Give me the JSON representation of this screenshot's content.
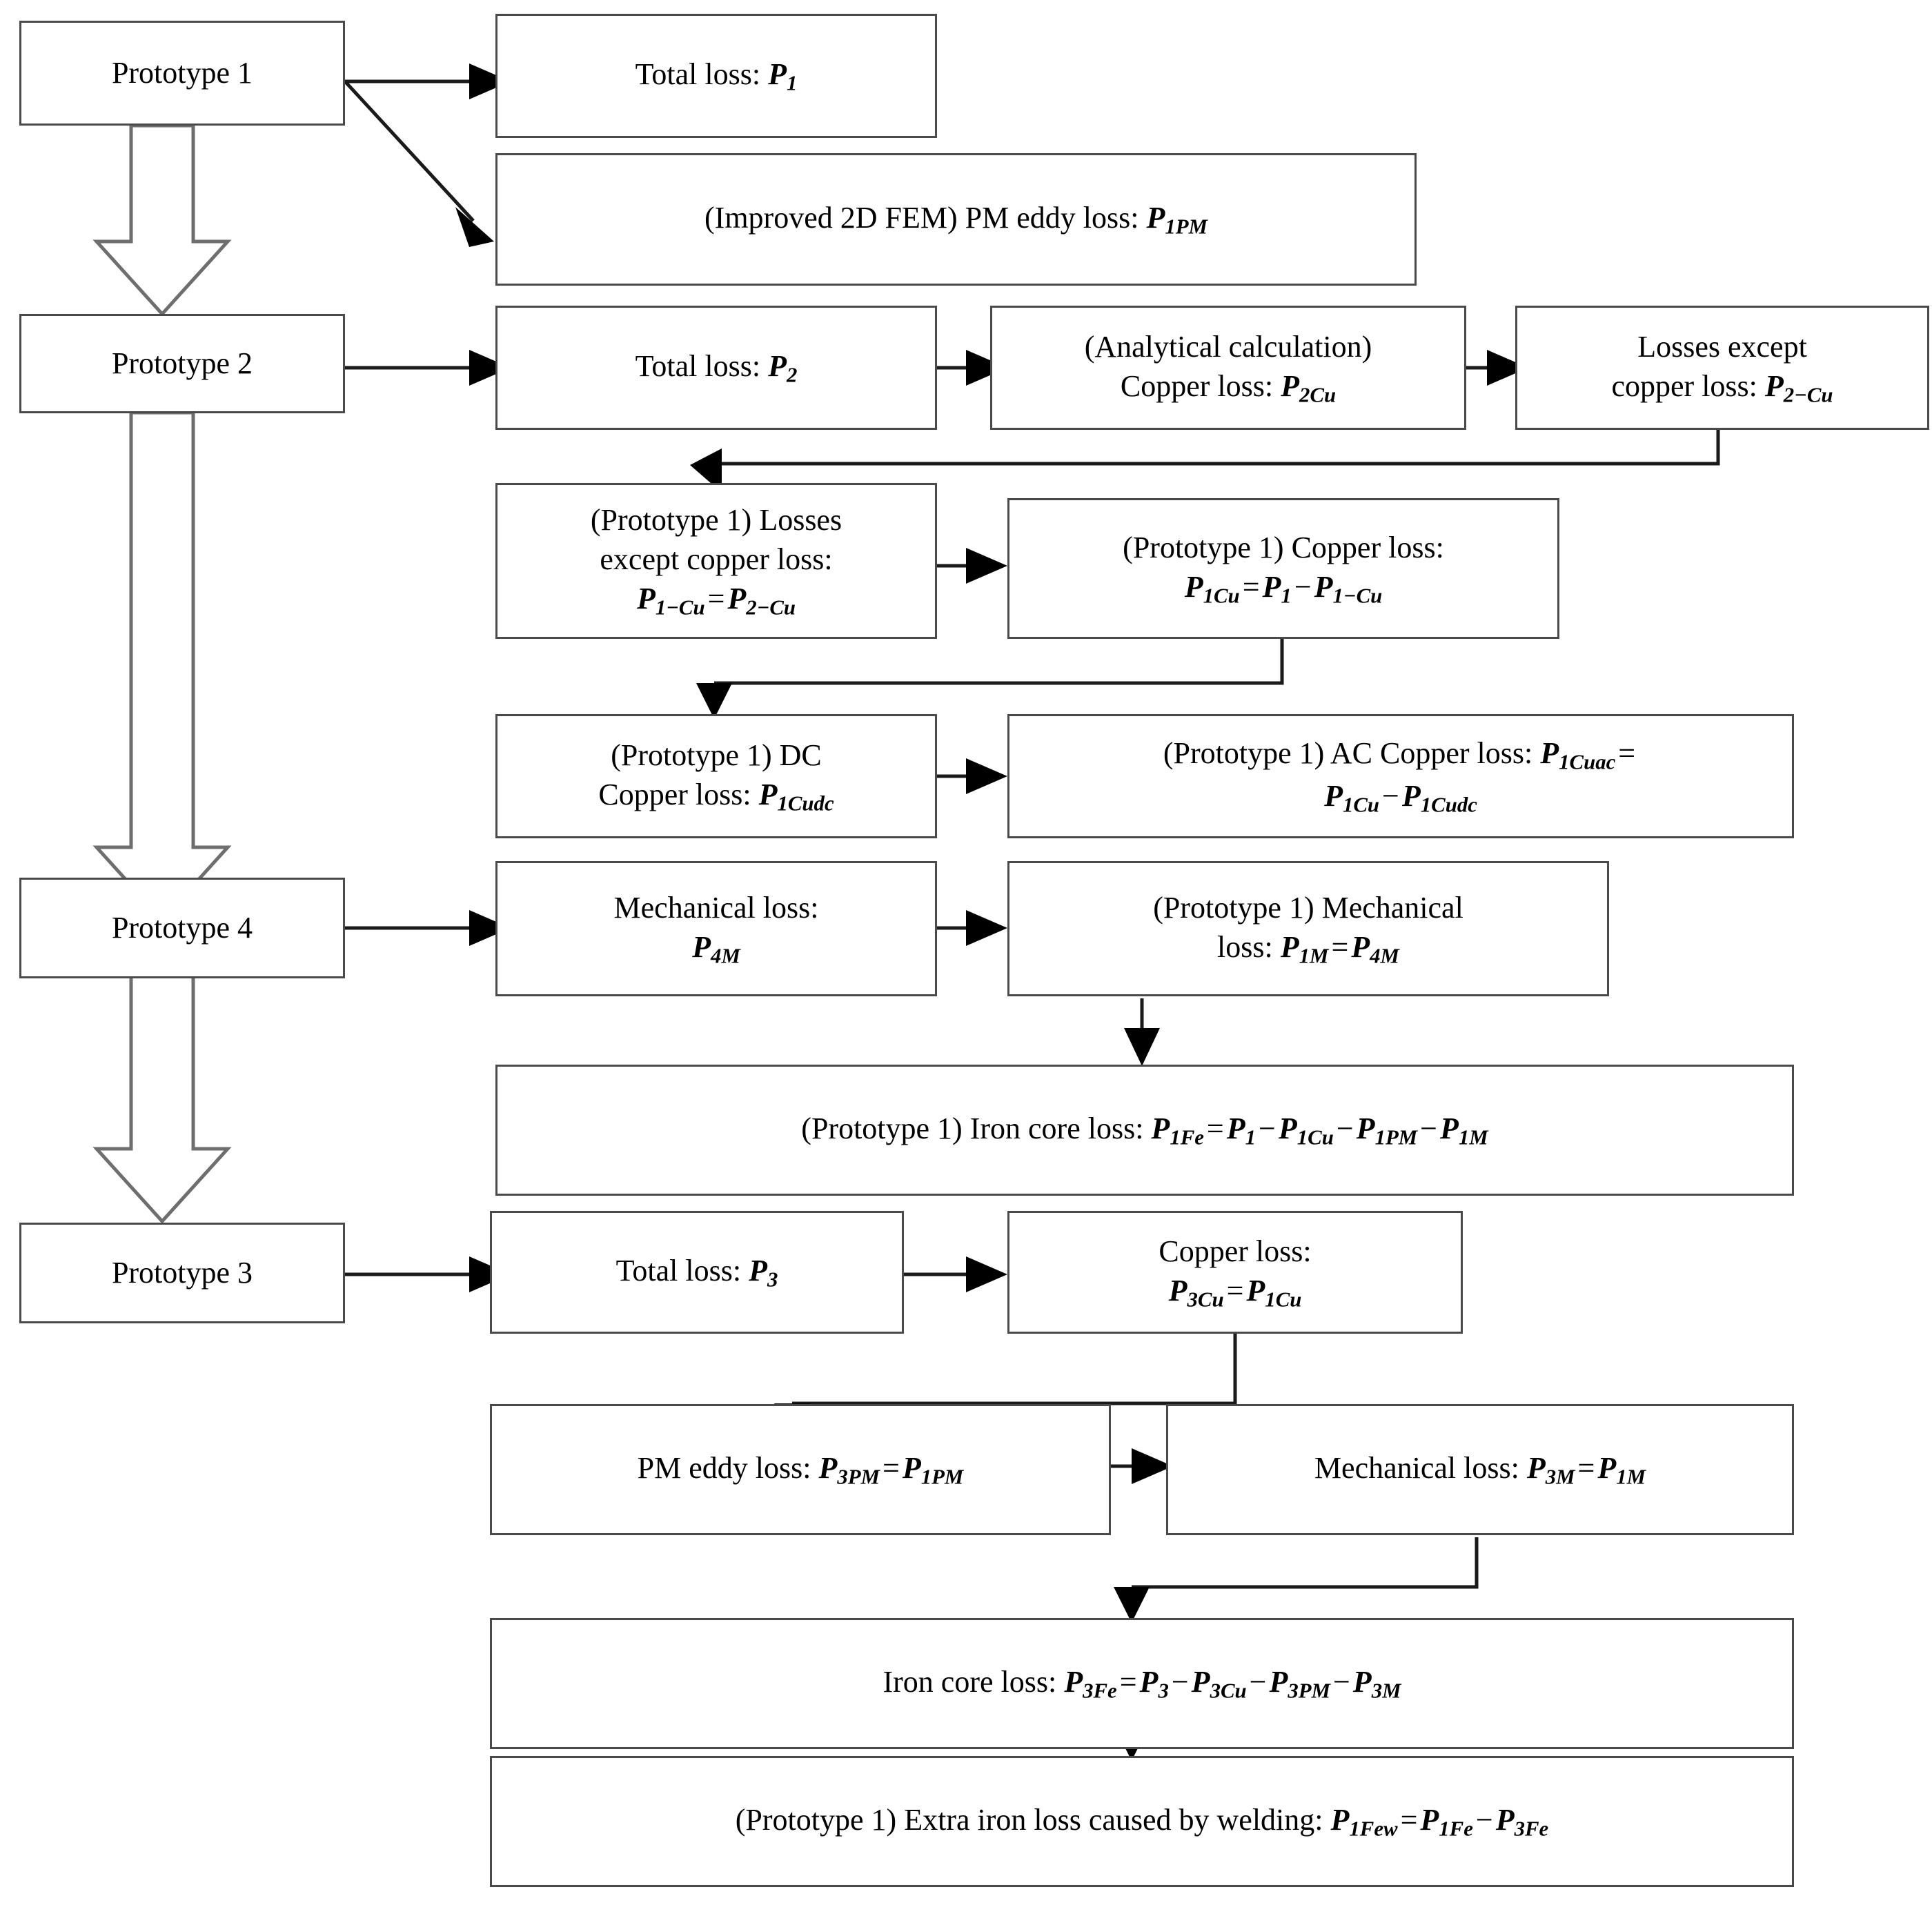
{
  "figure": {
    "type": "flowchart",
    "title": "Loss separation procedure across four prototypes"
  },
  "nodes": {
    "p1": {
      "label": "Prototype 1"
    },
    "p2": {
      "label": "Prototype 2"
    },
    "p4": {
      "label": "Prototype 4"
    },
    "p3": {
      "label": "Prototype 3"
    },
    "p1_total": {
      "text_plain": "Total loss: P1",
      "prefix": "Total loss: ",
      "sym": "P",
      "sub": "1"
    },
    "p1_pm": {
      "text_plain": "(Improved 2D FEM) PM eddy loss: P1PM",
      "prefix": "(Improved 2D FEM) PM eddy loss: ",
      "sym": "P",
      "sub": "1PM"
    },
    "p2_total": {
      "text_plain": "Total loss: P2",
      "prefix": "Total loss: ",
      "sym": "P",
      "sub": "2"
    },
    "p2_cu": {
      "text_plain": "(Analytical calculation) Copper loss: P2Cu",
      "line1": "(Analytical calculation)",
      "prefix": "Copper loss: ",
      "sym": "P",
      "sub": "2Cu"
    },
    "p2_excu": {
      "text_plain": "Losses except copper loss: P2-Cu",
      "line1": "Losses except",
      "prefix": "copper loss: ",
      "sym": "P",
      "sub": "2−Cu"
    },
    "p1_excu": {
      "text_plain": "(Prototype 1) Losses except copper loss: P1-Cu = P2-Cu",
      "line1": "(Prototype 1) Losses",
      "line2": "except copper loss:",
      "eq_lhs_sym": "P",
      "eq_lhs_sub": "1−Cu",
      "eq_op": "=",
      "eq_rhs_sym": "P",
      "eq_rhs_sub": "2−Cu"
    },
    "p1_cu": {
      "text_plain": "(Prototype 1) Copper loss: P1Cu = P1 - P1-Cu",
      "line1": "(Prototype 1) Copper loss:",
      "t1_sym": "P",
      "t1_sub": "1Cu",
      "op1": "=",
      "t2_sym": "P",
      "t2_sub": "1",
      "op2": "−",
      "t3_sym": "P",
      "t3_sub": "1−Cu"
    },
    "p1_cudc": {
      "text_plain": "(Prototype 1) DC Copper loss: P1Cudc",
      "line1": "(Prototype 1) DC",
      "prefix": "Copper loss:  ",
      "sym": "P",
      "sub": "1Cudc"
    },
    "p1_cuac": {
      "text_plain": "(Prototype 1) AC Copper loss: P1Cuac = P1Cu - P1Cudc",
      "prefix": "(Prototype 1) AC Copper loss: ",
      "t1_sym": "P",
      "t1_sub": "1Cuac",
      "op1": "=",
      "t2_sym": "P",
      "t2_sub": "1Cu",
      "op2": "−",
      "t3_sym": "P",
      "t3_sub": "1Cudc"
    },
    "p4_mech": {
      "text_plain": "Mechanical loss: P4M",
      "line1": "Mechanical loss:",
      "sym": "P",
      "sub": "4M"
    },
    "p1_mech": {
      "text_plain": "(Prototype 1) Mechanical loss: P1M = P4M",
      "line1": "(Prototype 1) Mechanical",
      "prefix": "loss: ",
      "t1_sym": "P",
      "t1_sub": "1M",
      "op1": "=",
      "t2_sym": "P",
      "t2_sub": "4M"
    },
    "p1_fe": {
      "text_plain": "(Prototype 1) Iron core loss: P1Fe = P1 - P1Cu - P1PM - P1M",
      "prefix": "(Prototype 1) Iron core loss: ",
      "t1_sym": "P",
      "t1_sub": "1Fe",
      "op1": "=",
      "t2_sym": "P",
      "t2_sub": "1",
      "op2": "−",
      "t3_sym": "P",
      "t3_sub": "1Cu",
      "op3": "−",
      "t4_sym": "P",
      "t4_sub": "1PM",
      "op4": "−",
      "t5_sym": "P",
      "t5_sub": "1M"
    },
    "p3_total": {
      "text_plain": "Total loss: P3",
      "prefix": "Total loss: ",
      "sym": "P",
      "sub": "3"
    },
    "p3_cu": {
      "text_plain": "Copper loss: P3Cu = P1Cu",
      "line1": "Copper loss:",
      "t1_sym": "P",
      "t1_sub": "3Cu",
      "op1": "=",
      "t2_sym": "P",
      "t2_sub": "1Cu"
    },
    "p3_pm": {
      "text_plain": "PM eddy loss: P3PM = P1PM",
      "prefix": "PM eddy loss: ",
      "t1_sym": "P",
      "t1_sub": "3PM",
      "op1": "=",
      "t2_sym": "P",
      "t2_sub": "1PM"
    },
    "p3_mech": {
      "text_plain": "Mechanical loss: P3M = P1M",
      "prefix": "Mechanical loss: ",
      "t1_sym": "P",
      "t1_sub": "3M",
      "op1": "=",
      "t2_sym": "P",
      "t2_sub": "1M"
    },
    "p3_fe": {
      "text_plain": "Iron core loss: P3Fe = P3 - P3Cu - P3PM - P3M",
      "prefix": "Iron core loss: ",
      "t1_sym": "P",
      "t1_sub": "3Fe",
      "op1": "=",
      "t2_sym": "P",
      "t2_sub": "3",
      "op2": "−",
      "t3_sym": "P",
      "t3_sub": "3Cu",
      "op3": "−",
      "t4_sym": "P",
      "t4_sub": "3PM",
      "op4": "−",
      "t5_sym": "P",
      "t5_sub": "3M"
    },
    "p1_few": {
      "text_plain": "(Prototype 1) Extra iron loss caused by welding: P1Few = P1Fe - P3Fe",
      "prefix": "(Prototype 1) Extra iron loss caused by welding: ",
      "t1_sym": "P",
      "t1_sub": "1Few",
      "op1": "=",
      "t2_sym": "P",
      "t2_sub": "1Fe",
      "op2": "−",
      "t3_sym": "P",
      "t3_sub": "3Fe"
    }
  },
  "colors": {
    "box_border": "#4a4a4a",
    "wire": "#1a1a1a",
    "block_arrow_fill": "#ffffff",
    "block_arrow_stroke": "#6e6e6e",
    "background": "#ffffff",
    "text": "#000000"
  }
}
